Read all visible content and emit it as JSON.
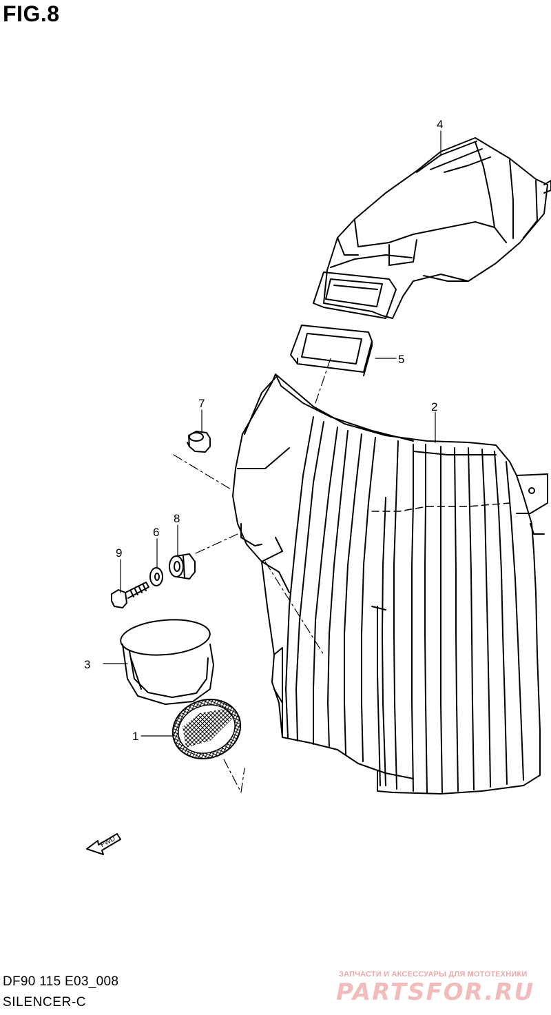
{
  "figure": {
    "title": "FIG.8",
    "model_code": "DF90 115 E03_008",
    "section_name": "SILENCER-C"
  },
  "callouts": [
    "1",
    "2",
    "3",
    "4",
    "5",
    "6",
    "7",
    "8",
    "9"
  ],
  "direction_marker": {
    "label": "FWD",
    "icon": "fwd-arrow-icon"
  },
  "watermark": {
    "tagline": "ЗАПЧАСТИ И АКСЕССУАРЫ ДЛЯ МОТОТЕХНИКИ",
    "brand": "PARTSFOR.RU",
    "color": "#f2bcbc"
  }
}
